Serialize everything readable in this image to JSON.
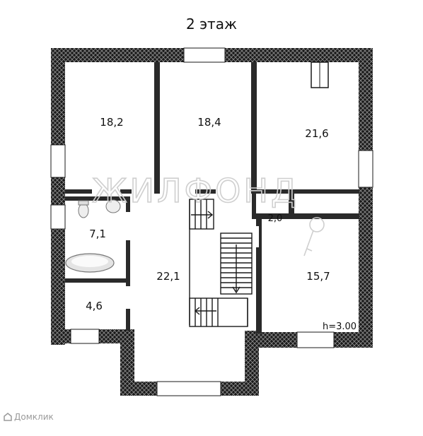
{
  "title": "2 этаж",
  "watermark": "ЖИЛФОНД",
  "brand": "Домклик",
  "ceiling_height": "h=3.00",
  "rooms": [
    {
      "id": "r1",
      "area": "18,2"
    },
    {
      "id": "r2",
      "area": "18,4"
    },
    {
      "id": "r3",
      "area": "21,6"
    },
    {
      "id": "r4",
      "area": "7,1"
    },
    {
      "id": "r5",
      "area": "2,0"
    },
    {
      "id": "r6",
      "area": "22,1"
    },
    {
      "id": "r7",
      "area": "15,7"
    },
    {
      "id": "r8",
      "area": "4,6"
    }
  ],
  "colors": {
    "wall": "#1a1a1a",
    "window": "#ffffff",
    "watermark": "#cfcfcf"
  }
}
